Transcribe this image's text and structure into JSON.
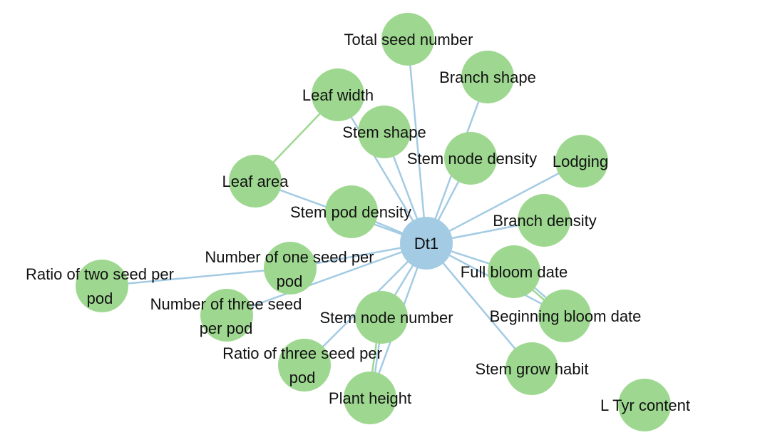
{
  "colors": {
    "hub_node": "#a3cbe3",
    "trait_node": "#9ed890",
    "hub_edge": "#a3cbe3",
    "trait_edge": "#9ed890"
  },
  "nodes": [
    {
      "id": "dt1",
      "label": [
        "Dt1"
      ],
      "kind": "hub"
    },
    {
      "id": "total_seed_number",
      "label": [
        "Total seed number"
      ],
      "kind": "trait"
    },
    {
      "id": "branch_shape",
      "label": [
        "Branch shape"
      ],
      "kind": "trait"
    },
    {
      "id": "leaf_width",
      "label": [
        "Leaf width"
      ],
      "kind": "trait"
    },
    {
      "id": "stem_shape",
      "label": [
        "Stem shape"
      ],
      "kind": "trait"
    },
    {
      "id": "stem_node_density",
      "label": [
        "Stem node density"
      ],
      "kind": "trait"
    },
    {
      "id": "lodging",
      "label": [
        "Lodging"
      ],
      "kind": "trait"
    },
    {
      "id": "leaf_area",
      "label": [
        "Leaf area"
      ],
      "kind": "trait"
    },
    {
      "id": "stem_pod_density",
      "label": [
        "Stem pod density"
      ],
      "kind": "trait"
    },
    {
      "id": "branch_density",
      "label": [
        "Branch density"
      ],
      "kind": "trait"
    },
    {
      "id": "one_seed_per_pod",
      "label": [
        "Number of one seed per",
        "pod"
      ],
      "kind": "trait"
    },
    {
      "id": "ratio_two_seed",
      "label": [
        "Ratio of two seed per",
        "pod"
      ],
      "kind": "trait"
    },
    {
      "id": "full_bloom_date",
      "label": [
        "Full bloom date"
      ],
      "kind": "trait"
    },
    {
      "id": "three_seed",
      "label": [
        "Number of three seed",
        "per pod"
      ],
      "kind": "trait"
    },
    {
      "id": "stem_node_number",
      "label": [
        "Stem node number"
      ],
      "kind": "trait"
    },
    {
      "id": "beginning_bloom_date",
      "label": [
        "Beginning bloom date"
      ],
      "kind": "trait"
    },
    {
      "id": "ratio_three_seed",
      "label": [
        "Ratio of three seed per",
        "pod"
      ],
      "kind": "trait"
    },
    {
      "id": "stem_grow_habit",
      "label": [
        "Stem grow habit"
      ],
      "kind": "trait"
    },
    {
      "id": "plant_height",
      "label": [
        "Plant height"
      ],
      "kind": "trait"
    },
    {
      "id": "l_tyr_content",
      "label": [
        "L Tyr content"
      ],
      "kind": "trait"
    }
  ],
  "edges": [
    {
      "source": "dt1",
      "target": "total_seed_number",
      "kind": "hub"
    },
    {
      "source": "dt1",
      "target": "branch_shape",
      "kind": "hub"
    },
    {
      "source": "dt1",
      "target": "leaf_width",
      "kind": "hub"
    },
    {
      "source": "dt1",
      "target": "stem_shape",
      "kind": "hub"
    },
    {
      "source": "dt1",
      "target": "stem_node_density",
      "kind": "hub"
    },
    {
      "source": "dt1",
      "target": "lodging",
      "kind": "hub"
    },
    {
      "source": "dt1",
      "target": "leaf_area",
      "kind": "hub"
    },
    {
      "source": "dt1",
      "target": "stem_pod_density",
      "kind": "hub"
    },
    {
      "source": "dt1",
      "target": "branch_density",
      "kind": "hub"
    },
    {
      "source": "dt1",
      "target": "one_seed_per_pod",
      "kind": "hub"
    },
    {
      "source": "dt1",
      "target": "full_bloom_date",
      "kind": "hub"
    },
    {
      "source": "dt1",
      "target": "three_seed",
      "kind": "hub"
    },
    {
      "source": "dt1",
      "target": "stem_node_number",
      "kind": "hub"
    },
    {
      "source": "dt1",
      "target": "beginning_bloom_date",
      "kind": "hub"
    },
    {
      "source": "dt1",
      "target": "ratio_three_seed",
      "kind": "hub"
    },
    {
      "source": "dt1",
      "target": "stem_grow_habit",
      "kind": "hub"
    },
    {
      "source": "dt1",
      "target": "plant_height",
      "kind": "hub"
    },
    {
      "source": "ratio_two_seed",
      "target": "one_seed_per_pod",
      "kind": "hub"
    },
    {
      "source": "leaf_width",
      "target": "leaf_area",
      "kind": "trait"
    },
    {
      "source": "full_bloom_date",
      "target": "beginning_bloom_date",
      "kind": "trait"
    },
    {
      "source": "stem_node_number",
      "target": "plant_height",
      "kind": "trait"
    }
  ]
}
